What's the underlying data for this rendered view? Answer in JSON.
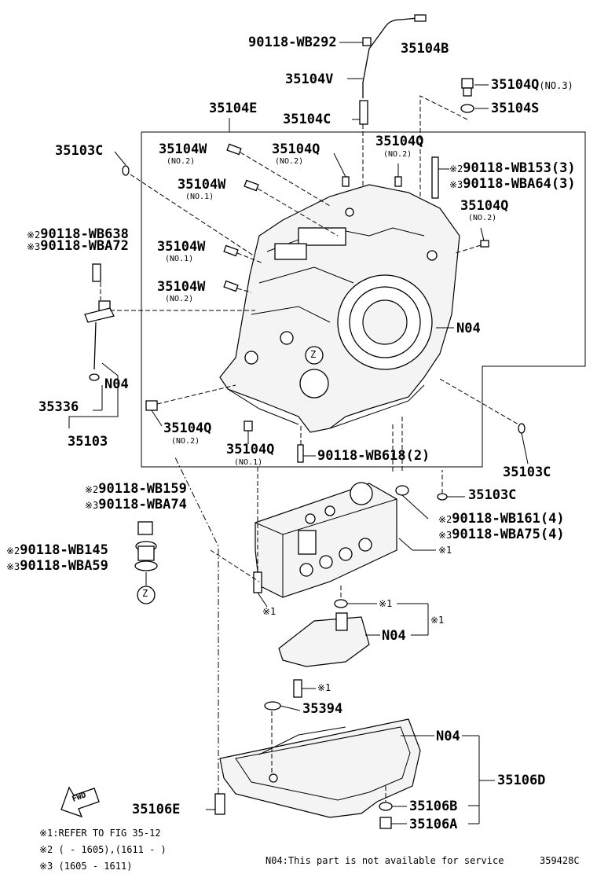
{
  "labels": {
    "p90118_wb292": "90118-WB292",
    "p35104b": "35104B",
    "p35104v": "35104V",
    "p35104q_no3": "35104Q",
    "no3": "(NO.3)",
    "p35104s": "35104S",
    "p35104e": "35104E",
    "p35104c": "35104C",
    "p35103c_top": "35103C",
    "p35104w_a": "35104W",
    "p35104w_b": "35104W",
    "p35104w_c": "35104W",
    "p35104w_d": "35104W",
    "p35104q_a": "35104Q",
    "p35104q_b": "35104Q",
    "p35104q_c": "35104Q",
    "p35104q_d": "35104Q",
    "p35104q_e": "35104Q",
    "no2": "(NO.2)",
    "no1": "(NO.1)",
    "wb153": "90118-WB153(3)",
    "wba64": "90118-WBA64(3)",
    "wb638": "90118-WB638",
    "wba72": "90118-WBA72",
    "n04": "N04",
    "p35336": "35336",
    "p35103": "35103",
    "wb618": "90118-WB618(2)",
    "p35103c_r1": "35103C",
    "p35103c_r2": "35103C",
    "wb159": "90118-WB159",
    "wba74": "90118-WBA74",
    "wb145": "90118-WB145",
    "wba59": "90118-WBA59",
    "wb161": "90118-WB161(4)",
    "wba75": "90118-WBA75(4)",
    "p35394": "35394",
    "p35106d": "35106D",
    "p35106e": "35106E",
    "p35106b": "35106B",
    "p35106a": "35106A",
    "z": "Z",
    "fwd": "FWD"
  },
  "marks": {
    "m1": "※1",
    "m2": "※2",
    "m3": "※3"
  },
  "notes": {
    "note1": "※1:REFER TO FIG 35-12",
    "note2": "※2 (      - 1605),(1611 -      )",
    "note3": "※3 (1605 - 1611)",
    "service": "N04:This part is not available for service",
    "fig": "359428C"
  }
}
